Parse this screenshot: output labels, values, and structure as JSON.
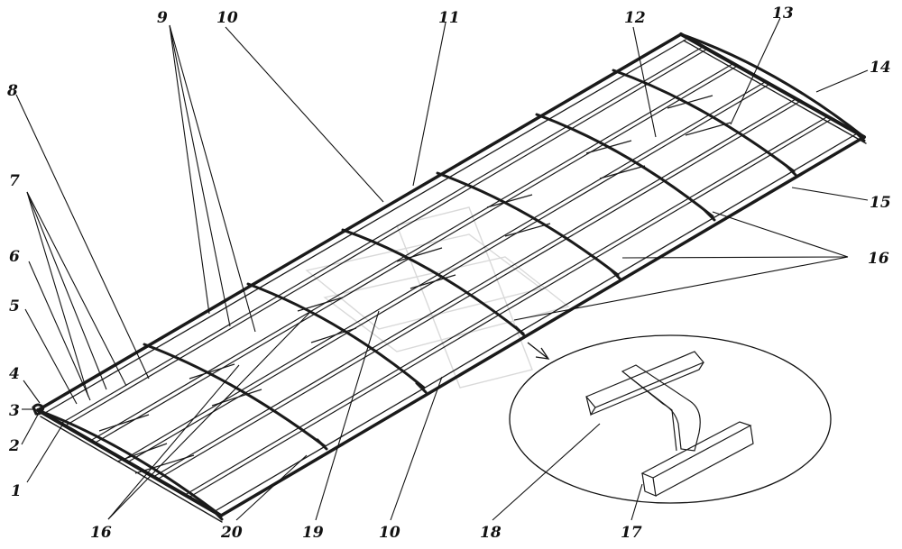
{
  "labels": {
    "l1": "1",
    "l2": "2",
    "l3": "3",
    "l4": "4",
    "l5": "5",
    "l6": "6",
    "l7": "7",
    "l8": "8",
    "l9": "9",
    "l10a": "10",
    "l11": "11",
    "l12": "12",
    "l13": "13",
    "l14": "14",
    "l15": "15",
    "l16a": "16",
    "l16b": "16",
    "l17": "17",
    "l18": "18",
    "l19": "19",
    "l10b": "10",
    "l20": "20"
  }
}
